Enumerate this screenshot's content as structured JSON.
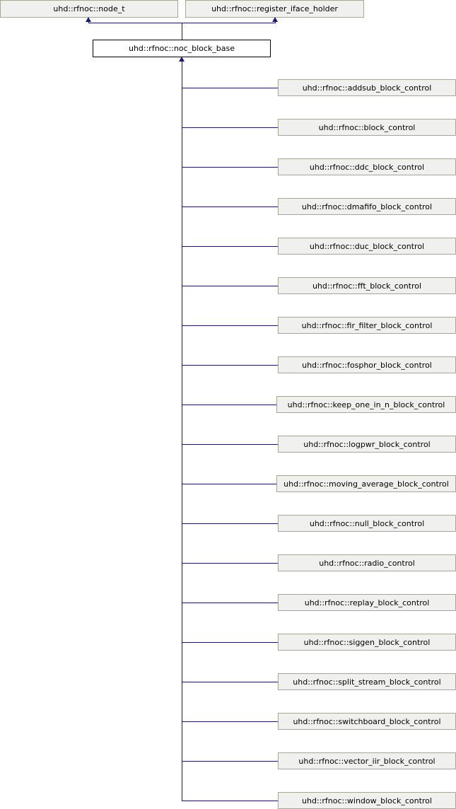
{
  "diagram": {
    "kind": "inheritance-diagram",
    "colors": {
      "box_fill": "#f0f0ee",
      "box_border": "#a7a798",
      "root_fill": "#ffffff",
      "root_border": "#000000",
      "edge": "#191970",
      "background": "#ffffff",
      "text": "#000000"
    },
    "base_classes": [
      {
        "label": "uhd::rfnoc::node_t"
      },
      {
        "label": "uhd::rfnoc::register_iface_holder"
      }
    ],
    "root_class": {
      "label": "uhd::rfnoc::noc_block_base"
    },
    "derived_classes": [
      {
        "label": "uhd::rfnoc::addsub_block_control"
      },
      {
        "label": "uhd::rfnoc::block_control"
      },
      {
        "label": "uhd::rfnoc::ddc_block_control"
      },
      {
        "label": "uhd::rfnoc::dmafifo_block_control"
      },
      {
        "label": "uhd::rfnoc::duc_block_control"
      },
      {
        "label": "uhd::rfnoc::fft_block_control"
      },
      {
        "label": "uhd::rfnoc::fir_filter_block_control"
      },
      {
        "label": "uhd::rfnoc::fosphor_block_control"
      },
      {
        "label": "uhd::rfnoc::keep_one_in_n_block_control"
      },
      {
        "label": "uhd::rfnoc::logpwr_block_control"
      },
      {
        "label": "uhd::rfnoc::moving_average_block_control"
      },
      {
        "label": "uhd::rfnoc::null_block_control"
      },
      {
        "label": "uhd::rfnoc::radio_control"
      },
      {
        "label": "uhd::rfnoc::replay_block_control"
      },
      {
        "label": "uhd::rfnoc::siggen_block_control"
      },
      {
        "label": "uhd::rfnoc::split_stream_block_control"
      },
      {
        "label": "uhd::rfnoc::switchboard_block_control"
      },
      {
        "label": "uhd::rfnoc::vector_iir_block_control"
      },
      {
        "label": "uhd::rfnoc::window_block_control"
      }
    ]
  }
}
